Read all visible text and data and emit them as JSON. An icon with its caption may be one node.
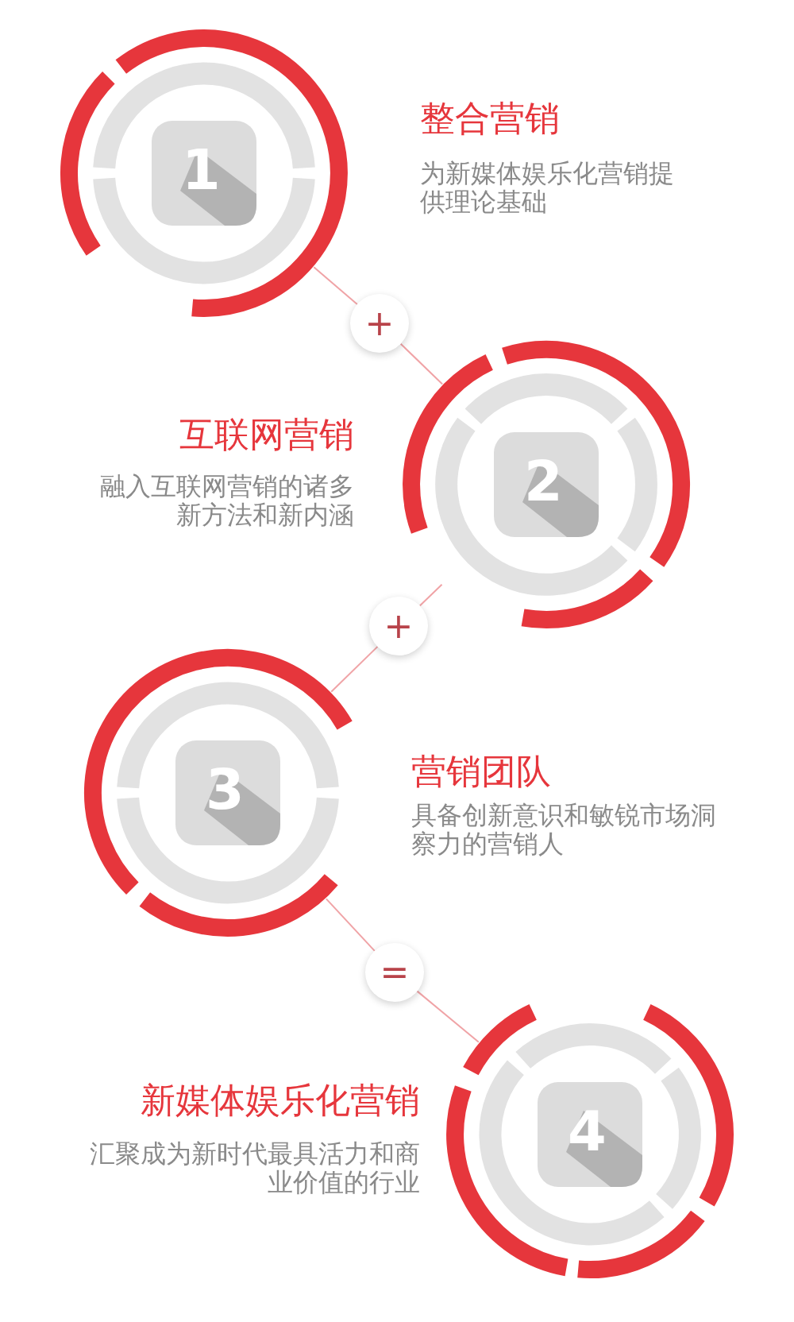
{
  "diagram": {
    "nodes": [
      {
        "text": [
          "1"
        ],
        "beside": [
          "整合营销",
          "为新媒体娱乐化营销提供理论基础"
        ]
      },
      {
        "text": [
          "+"
        ]
      },
      {
        "text": [
          "2"
        ],
        "beside": [
          "互联网营销",
          "融入互联网营销的诸多新方法和新内涵"
        ]
      },
      {
        "text": [
          "+"
        ]
      },
      {
        "text": [
          "3"
        ],
        "beside": [
          "营销团队",
          "具备创新意识和敏锐市场洞察力的营销人"
        ]
      },
      {
        "text": [
          "="
        ]
      },
      {
        "text": [
          "4"
        ],
        "beside": [
          "新媒体娱乐化营销",
          "汇聚成为新时代最具活力和商业价值的行业"
        ]
      }
    ],
    "edges": [
      {
        "from": 0,
        "to": 1,
        "arrow": "none"
      },
      {
        "from": 1,
        "to": 2,
        "arrow": "none"
      },
      {
        "from": 2,
        "to": 3,
        "arrow": "none"
      },
      {
        "from": 3,
        "to": 4,
        "arrow": "none"
      },
      {
        "from": 4,
        "to": 5,
        "arrow": "none"
      },
      {
        "from": 5,
        "to": 6,
        "arrow": "none"
      }
    ]
  }
}
